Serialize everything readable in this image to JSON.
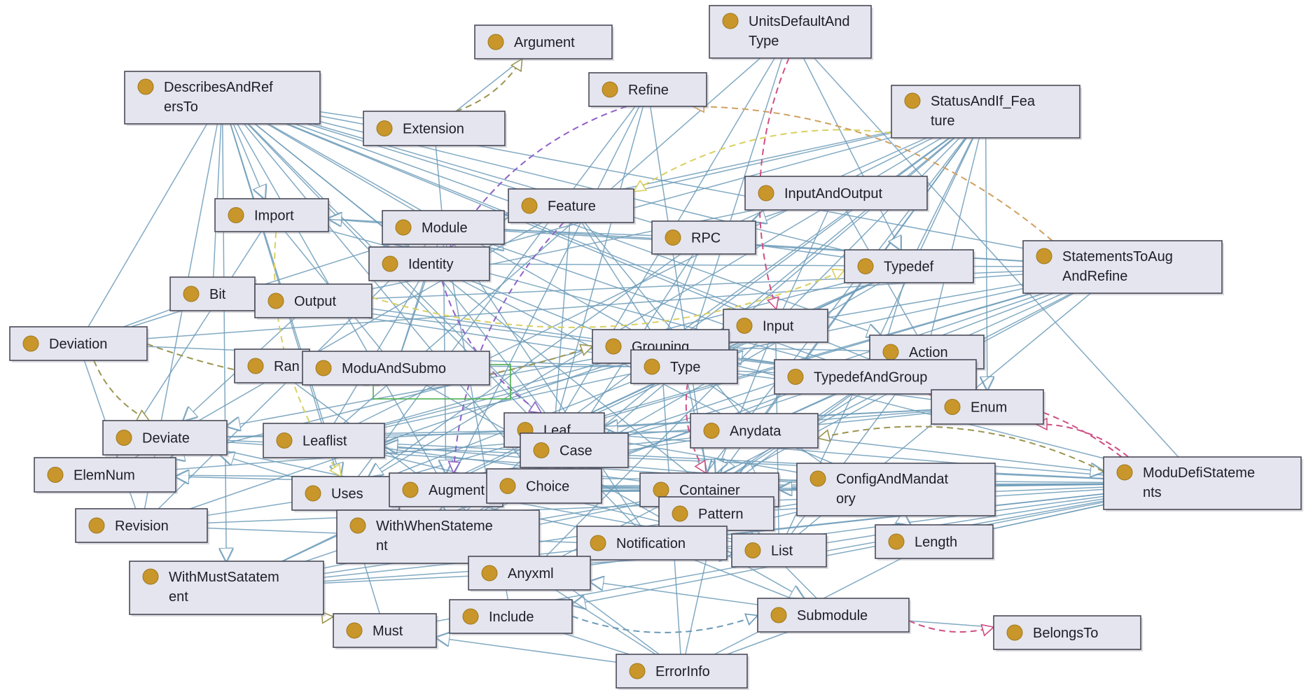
{
  "colors": {
    "node_fill": "#e4e5ee",
    "node_border": "#4a4a58",
    "node_dot": "#c8962a",
    "edge_blue": "#6c9bb8",
    "edge_olive": "#9b9550",
    "edge_pink": "#cf4f84",
    "edge_yellow": "#d8d060",
    "edge_purple": "#9060c8",
    "edge_orange": "#d0a060",
    "edge_green": "#4caf50"
  },
  "nodes": [
    {
      "id": "Argument",
      "lines": [
        "Argument"
      ]
    },
    {
      "id": "UnitsDefaultAndType",
      "lines": [
        "UnitsDefaultAnd",
        "Type"
      ]
    },
    {
      "id": "Refine",
      "lines": [
        "Refine"
      ]
    },
    {
      "id": "DescribesAndRefersTo",
      "lines": [
        "DescribesAndRef",
        "ersTo"
      ]
    },
    {
      "id": "Extension",
      "lines": [
        "Extension"
      ]
    },
    {
      "id": "StatusAndIf_Feature",
      "lines": [
        "StatusAndIf_Fea",
        "ture"
      ]
    },
    {
      "id": "InputAndOutput",
      "lines": [
        "InputAndOutput"
      ]
    },
    {
      "id": "Import",
      "lines": [
        "Import"
      ]
    },
    {
      "id": "Feature",
      "lines": [
        "Feature"
      ]
    },
    {
      "id": "Module",
      "lines": [
        "Module"
      ]
    },
    {
      "id": "RPC",
      "lines": [
        "RPC"
      ]
    },
    {
      "id": "Identity",
      "lines": [
        "Identity"
      ]
    },
    {
      "id": "Typedef",
      "lines": [
        "Typedef"
      ]
    },
    {
      "id": "StatementsToAugAndRefine",
      "lines": [
        "StatementsToAug",
        "AndRefine"
      ]
    },
    {
      "id": "Bit",
      "lines": [
        "Bit"
      ]
    },
    {
      "id": "Output",
      "lines": [
        "Output"
      ]
    },
    {
      "id": "Deviation",
      "lines": [
        "Deviation"
      ]
    },
    {
      "id": "Input",
      "lines": [
        "Input"
      ]
    },
    {
      "id": "Grouping",
      "lines": [
        "Grouping"
      ]
    },
    {
      "id": "Action",
      "lines": [
        "Action"
      ]
    },
    {
      "id": "Ran",
      "lines": [
        "Ran"
      ]
    },
    {
      "id": "ModuAndSubmo",
      "lines": [
        "ModuAndSubmo"
      ]
    },
    {
      "id": "Type",
      "lines": [
        "Type"
      ]
    },
    {
      "id": "TypedefAndGroup",
      "lines": [
        "TypedefAndGroup"
      ]
    },
    {
      "id": "Enum",
      "lines": [
        "Enum"
      ]
    },
    {
      "id": "Deviate",
      "lines": [
        "Deviate"
      ]
    },
    {
      "id": "Leaflist",
      "lines": [
        "Leaflist"
      ]
    },
    {
      "id": "Leaf",
      "lines": [
        "Leaf"
      ]
    },
    {
      "id": "Case",
      "lines": [
        "Case"
      ]
    },
    {
      "id": "Anydata",
      "lines": [
        "Anydata"
      ]
    },
    {
      "id": "ElemNum",
      "lines": [
        "ElemNum"
      ]
    },
    {
      "id": "Uses",
      "lines": [
        "Uses"
      ]
    },
    {
      "id": "Augment",
      "lines": [
        "Augment"
      ]
    },
    {
      "id": "Choice",
      "lines": [
        "Choice"
      ]
    },
    {
      "id": "Container",
      "lines": [
        "Container"
      ]
    },
    {
      "id": "ConfigAndMandatory",
      "lines": [
        "ConfigAndMandat",
        "ory"
      ]
    },
    {
      "id": "ModuDefiStatements",
      "lines": [
        "ModuDefiStateme",
        "nts"
      ]
    },
    {
      "id": "Pattern",
      "lines": [
        "Pattern"
      ]
    },
    {
      "id": "Revision",
      "lines": [
        "Revision"
      ]
    },
    {
      "id": "WithWhenStatement",
      "lines": [
        "WithWhenStateme",
        "nt"
      ]
    },
    {
      "id": "Notification",
      "lines": [
        "Notification"
      ]
    },
    {
      "id": "List",
      "lines": [
        "List"
      ]
    },
    {
      "id": "Length",
      "lines": [
        "Length"
      ]
    },
    {
      "id": "WithMustSatatement",
      "lines": [
        "WithMustSatatem",
        "ent"
      ]
    },
    {
      "id": "Anyxml",
      "lines": [
        "Anyxml"
      ]
    },
    {
      "id": "Must",
      "lines": [
        "Must"
      ]
    },
    {
      "id": "Include",
      "lines": [
        "Include"
      ]
    },
    {
      "id": "Submodule",
      "lines": [
        "Submodule"
      ]
    },
    {
      "id": "BelongsTo",
      "lines": [
        "BelongsTo"
      ]
    },
    {
      "id": "ErrorInfo",
      "lines": [
        "ErrorInfo"
      ]
    }
  ],
  "solid_edges": [
    [
      "DescribesAndRefersTo",
      "Import"
    ],
    [
      "DescribesAndRefersTo",
      "Bit"
    ],
    [
      "DescribesAndRefersTo",
      "Deviation"
    ],
    [
      "DescribesAndRefersTo",
      "Extension"
    ],
    [
      "DescribesAndRefersTo",
      "Module"
    ],
    [
      "DescribesAndRefersTo",
      "Identity"
    ],
    [
      "DescribesAndRefersTo",
      "Feature"
    ],
    [
      "DescribesAndRefersTo",
      "Typedef"
    ],
    [
      "DescribesAndRefersTo",
      "Grouping"
    ],
    [
      "DescribesAndRefersTo",
      "Leaf"
    ],
    [
      "DescribesAndRefersTo",
      "Uses"
    ],
    [
      "DescribesAndRefersTo",
      "Augment"
    ],
    [
      "DescribesAndRefersTo",
      "Choice"
    ],
    [
      "DescribesAndRefersTo",
      "Revision"
    ],
    [
      "DescribesAndRefersTo",
      "Must"
    ],
    [
      "DescribesAndRefersTo",
      "WithMustSatatement"
    ],
    [
      "DescribesAndRefersTo",
      "Container"
    ],
    [
      "DescribesAndRefersTo",
      "Enum"
    ],
    [
      "DescribesAndRefersTo",
      "Input"
    ],
    [
      "DescribesAndRefersTo",
      "RPC"
    ],
    [
      "DescribesAndRefersTo",
      "Action"
    ],
    [
      "DescribesAndRefersTo",
      "StatementsToAugAndRefine"
    ],
    [
      "DescribesAndRefersTo",
      "Notification"
    ],
    [
      "StatusAndIf_Feature",
      "Feature"
    ],
    [
      "StatusAndIf_Feature",
      "Module"
    ],
    [
      "StatusAndIf_Feature",
      "Identity"
    ],
    [
      "StatusAndIf_Feature",
      "Typedef"
    ],
    [
      "StatusAndIf_Feature",
      "Grouping"
    ],
    [
      "StatusAndIf_Feature",
      "Leaf"
    ],
    [
      "StatusAndIf_Feature",
      "Leaflist"
    ],
    [
      "StatusAndIf_Feature",
      "Choice"
    ],
    [
      "StatusAndIf_Feature",
      "Case"
    ],
    [
      "StatusAndIf_Feature",
      "Uses"
    ],
    [
      "StatusAndIf_Feature",
      "Anydata"
    ],
    [
      "StatusAndIf_Feature",
      "List"
    ],
    [
      "StatusAndIf_Feature",
      "Container"
    ],
    [
      "StatusAndIf_Feature",
      "Notification"
    ],
    [
      "StatusAndIf_Feature",
      "Anyxml"
    ],
    [
      "StatusAndIf_Feature",
      "RPC"
    ],
    [
      "StatusAndIf_Feature",
      "Action"
    ],
    [
      "StatusAndIf_Feature",
      "Enum"
    ],
    [
      "StatementsToAugAndRefine",
      "Leaf"
    ],
    [
      "StatementsToAugAndRefine",
      "Leaflist"
    ],
    [
      "StatementsToAugAndRefine",
      "Choice"
    ],
    [
      "StatementsToAugAndRefine",
      "Case"
    ],
    [
      "StatementsToAugAndRefine",
      "Container"
    ],
    [
      "StatementsToAugAndRefine",
      "Anydata"
    ],
    [
      "StatementsToAugAndRefine",
      "Anyxml"
    ],
    [
      "StatementsToAugAndRefine",
      "List"
    ],
    [
      "StatementsToAugAndRefine",
      "Uses"
    ],
    [
      "StatementsToAugAndRefine",
      "Grouping"
    ],
    [
      "StatementsToAugAndRefine",
      "Deviation"
    ],
    [
      "StatementsToAugAndRefine",
      "Output"
    ],
    [
      "StatementsToAugAndRefine",
      "Module"
    ],
    [
      "StatementsToAugAndRefine",
      "Identity"
    ],
    [
      "StatementsToAugAndRefine",
      "Import"
    ],
    [
      "ModuDefiStatements",
      "Leaf"
    ],
    [
      "ModuDefiStatements",
      "Uses"
    ],
    [
      "ModuDefiStatements",
      "Augment"
    ],
    [
      "ModuDefiStatements",
      "Choice"
    ],
    [
      "ModuDefiStatements",
      "Container"
    ],
    [
      "ModuDefiStatements",
      "Anyxml"
    ],
    [
      "ModuDefiStatements",
      "Deviate"
    ],
    [
      "ModuDefiStatements",
      "ElemNum"
    ],
    [
      "ModuDefiStatements",
      "Revision"
    ],
    [
      "ModuDefiStatements",
      "Leaflist"
    ],
    [
      "ModuDefiStatements",
      "Notification"
    ],
    [
      "ModuDefiStatements",
      "Grouping"
    ],
    [
      "ModuDefiStatements",
      "WithMustSatatement"
    ],
    [
      "ModuDefiStatements",
      "Must"
    ],
    [
      "ModuDefiStatements",
      "Include"
    ],
    [
      "ModuDefiStatements",
      "List"
    ],
    [
      "ModuDefiStatements",
      "Length"
    ],
    [
      "UnitsDefaultAndType",
      "Leaf"
    ],
    [
      "UnitsDefaultAndType",
      "Leaflist"
    ],
    [
      "UnitsDefaultAndType",
      "Typedef"
    ],
    [
      "UnitsDefaultAndType",
      "ModuDefiStatements"
    ],
    [
      "UnitsDefaultAndType",
      "Type"
    ],
    [
      "InputAndOutput",
      "Input"
    ],
    [
      "InputAndOutput",
      "Output"
    ],
    [
      "InputAndOutput",
      "RPC"
    ],
    [
      "InputAndOutput",
      "Action"
    ],
    [
      "Refine",
      "Uses"
    ],
    [
      "Refine",
      "Leaf"
    ],
    [
      "Refine",
      "Augment"
    ],
    [
      "Refine",
      "Container"
    ],
    [
      "ConfigAndMandatory",
      "Leaf"
    ],
    [
      "ConfigAndMandatory",
      "Choice"
    ],
    [
      "ConfigAndMandatory",
      "Anydata"
    ],
    [
      "ConfigAndMandatory",
      "Container"
    ],
    [
      "ConfigAndMandatory",
      "Leaflist"
    ],
    [
      "ConfigAndMandatory",
      "Anyxml"
    ],
    [
      "ConfigAndMandatory",
      "Deviate"
    ],
    [
      "ConfigAndMandatory",
      "WithMustSatatement"
    ],
    [
      "ConfigAndMandatory",
      "Uses"
    ],
    [
      "TypedefAndGroup",
      "Grouping"
    ],
    [
      "TypedefAndGroup",
      "Typedef"
    ],
    [
      "TypedefAndGroup",
      "Container"
    ],
    [
      "TypedefAndGroup",
      "Notification"
    ],
    [
      "TypedefAndGroup",
      "Module"
    ],
    [
      "TypedefAndGroup",
      "Bit"
    ],
    [
      "TypedefAndGroup",
      "Output"
    ],
    [
      "TypedefAndGroup",
      "Import"
    ],
    [
      "TypedefAndGroup",
      "Deviation"
    ],
    [
      "ModuAndSubmo",
      "Module"
    ],
    [
      "ModuAndSubmo",
      "Submodule"
    ],
    [
      "ModuAndSubmo",
      "Import"
    ],
    [
      "ModuAndSubmo",
      "Identity"
    ],
    [
      "WithWhenStatement",
      "Leaf"
    ],
    [
      "WithWhenStatement",
      "Choice"
    ],
    [
      "WithWhenStatement",
      "Augment"
    ],
    [
      "WithWhenStatement",
      "Container"
    ],
    [
      "WithWhenStatement",
      "Uses"
    ],
    [
      "WithWhenStatement",
      "Case"
    ],
    [
      "WithMustSatatement",
      "Leaf"
    ],
    [
      "WithMustSatatement",
      "List"
    ],
    [
      "WithMustSatatement",
      "Container"
    ],
    [
      "WithMustSatatement",
      "Anyxml"
    ],
    [
      "WithMustSatatement",
      "Action"
    ],
    [
      "WithMustSatatement",
      "Typedef"
    ],
    [
      "ErrorInfo",
      "Must"
    ],
    [
      "ErrorInfo",
      "Pattern"
    ],
    [
      "ErrorInfo",
      "Length"
    ],
    [
      "ErrorInfo",
      "Anyxml"
    ],
    [
      "ErrorInfo",
      "Ran"
    ],
    [
      "ErrorInfo",
      "Grouping"
    ],
    [
      "ErrorInfo",
      "Submodule"
    ],
    [
      "ErrorInfo",
      "Include"
    ],
    [
      "Submodule",
      "BelongsTo"
    ],
    [
      "Submodule",
      "Container"
    ],
    [
      "Submodule",
      "Anyxml"
    ],
    [
      "Submodule",
      "Notification"
    ],
    [
      "Type",
      "Enum"
    ],
    [
      "Type",
      "Bit"
    ],
    [
      "Type",
      "Pattern"
    ],
    [
      "Type",
      "Length"
    ],
    [
      "Type",
      "Ran"
    ],
    [
      "Module",
      "Import"
    ],
    [
      "Module",
      "Include"
    ],
    [
      "Module",
      "Revision"
    ],
    [
      "Module",
      "Feature"
    ],
    [
      "Module",
      "Extension"
    ],
    [
      "Module",
      "Deviation"
    ],
    [
      "Module",
      "RPC"
    ],
    [
      "Module",
      "Notification"
    ],
    [
      "Module",
      "Augment"
    ],
    [
      "Feature",
      "Grouping"
    ],
    [
      "Feature",
      "Leaf"
    ],
    [
      "Feature",
      "Anydata"
    ],
    [
      "Feature",
      "ElemNum"
    ],
    [
      "Identity",
      "Type"
    ],
    [
      "Identity",
      "Case"
    ],
    [
      "Identity",
      "Leaflist"
    ],
    [
      "Identity",
      "Anydata"
    ],
    [
      "Grouping",
      "Leaflist"
    ],
    [
      "Grouping",
      "Deviate"
    ],
    [
      "Grouping",
      "Revision"
    ],
    [
      "Grouping",
      "Action"
    ],
    [
      "Typedef",
      "Type"
    ],
    [
      "Typedef",
      "Leaf"
    ],
    [
      "Typedef",
      "ElemNum"
    ],
    [
      "Typedef",
      "WithWhenStatement"
    ],
    [
      "Input",
      "Leaf"
    ],
    [
      "Input",
      "Leaflist"
    ],
    [
      "Input",
      "Uses"
    ],
    [
      "Input",
      "Container"
    ],
    [
      "Input",
      "List"
    ],
    [
      "RPC",
      "Grouping"
    ],
    [
      "RPC",
      "Typedef"
    ],
    [
      "RPC",
      "Choice"
    ],
    [
      "RPC",
      "Uses"
    ],
    [
      "Action",
      "Container"
    ],
    [
      "Action",
      "List"
    ],
    [
      "Action",
      "Anydata"
    ],
    [
      "Action",
      "Case"
    ],
    [
      "Enum",
      "Leaf"
    ],
    [
      "Enum",
      "Case"
    ],
    [
      "Enum",
      "ElemNum"
    ],
    [
      "Enum",
      "Leaflist"
    ],
    [
      "Container",
      "Leaflist"
    ],
    [
      "Container",
      "Uses"
    ],
    [
      "Container",
      "List"
    ],
    [
      "Container",
      "Choice"
    ],
    [
      "Anydata",
      "Deviate"
    ],
    [
      "Anydata",
      "Revision"
    ],
    [
      "Anydata",
      "ModuDefiStatements"
    ],
    [
      "List",
      "Leaflist"
    ],
    [
      "List",
      "Revision"
    ],
    [
      "List",
      "Augment"
    ],
    [
      "Choice",
      "Case"
    ],
    [
      "Choice",
      "ElemNum"
    ],
    [
      "Length",
      "ModuDefiStatements"
    ],
    [
      "Pattern",
      "ModuDefiStatements"
    ],
    [
      "Notification",
      "Deviate"
    ],
    [
      "Bit",
      "Deviation"
    ],
    [
      "Output",
      "Deviate"
    ],
    [
      "Extension",
      "Argument"
    ],
    [
      "Leaf",
      "Deviate"
    ],
    [
      "Import",
      "ElemNum"
    ],
    [
      "Revision",
      "Deviation"
    ],
    [
      "Uses",
      "Deviate"
    ]
  ],
  "dashed_edges": [
    {
      "from": "Extension",
      "to": "Argument",
      "color": "edge_olive"
    },
    {
      "from": "Deviation",
      "to": "Deviate",
      "color": "edge_olive"
    },
    {
      "from": "Submodule",
      "to": "BelongsTo",
      "color": "edge_pink"
    },
    {
      "from": "ModuDefiStatements",
      "to": "Enum",
      "color": "edge_pink"
    },
    {
      "from": "ModuDefiStatements",
      "to": "TypedefAndGroup",
      "color": "edge_pink"
    },
    {
      "from": "WithMustSatatement",
      "to": "Must",
      "color": "edge_olive"
    },
    {
      "from": "Include",
      "to": "Submodule",
      "color": "edge_blue"
    },
    {
      "from": "StatusAndIf_Feature",
      "to": "Feature",
      "color": "edge_yellow"
    },
    {
      "from": "StatementsToAugAndRefine",
      "to": "Refine",
      "color": "edge_orange"
    },
    {
      "from": "UnitsDefaultAndType",
      "to": "Input",
      "color": "edge_pink"
    },
    {
      "from": "Refine",
      "to": "Identity",
      "color": "edge_purple"
    },
    {
      "from": "Feature",
      "to": "Augment",
      "color": "edge_purple"
    },
    {
      "from": "Identity",
      "to": "Leaf",
      "color": "edge_purple"
    },
    {
      "from": "Deviation",
      "to": "Grouping",
      "color": "edge_olive"
    },
    {
      "from": "Import",
      "to": "Uses",
      "color": "edge_yellow"
    },
    {
      "from": "Output",
      "to": "Typedef",
      "color": "edge_yellow"
    },
    {
      "from": "ModuDefiStatements",
      "to": "Anydata",
      "color": "edge_olive"
    },
    {
      "from": "Type",
      "to": "Container",
      "color": "edge_pink"
    }
  ]
}
